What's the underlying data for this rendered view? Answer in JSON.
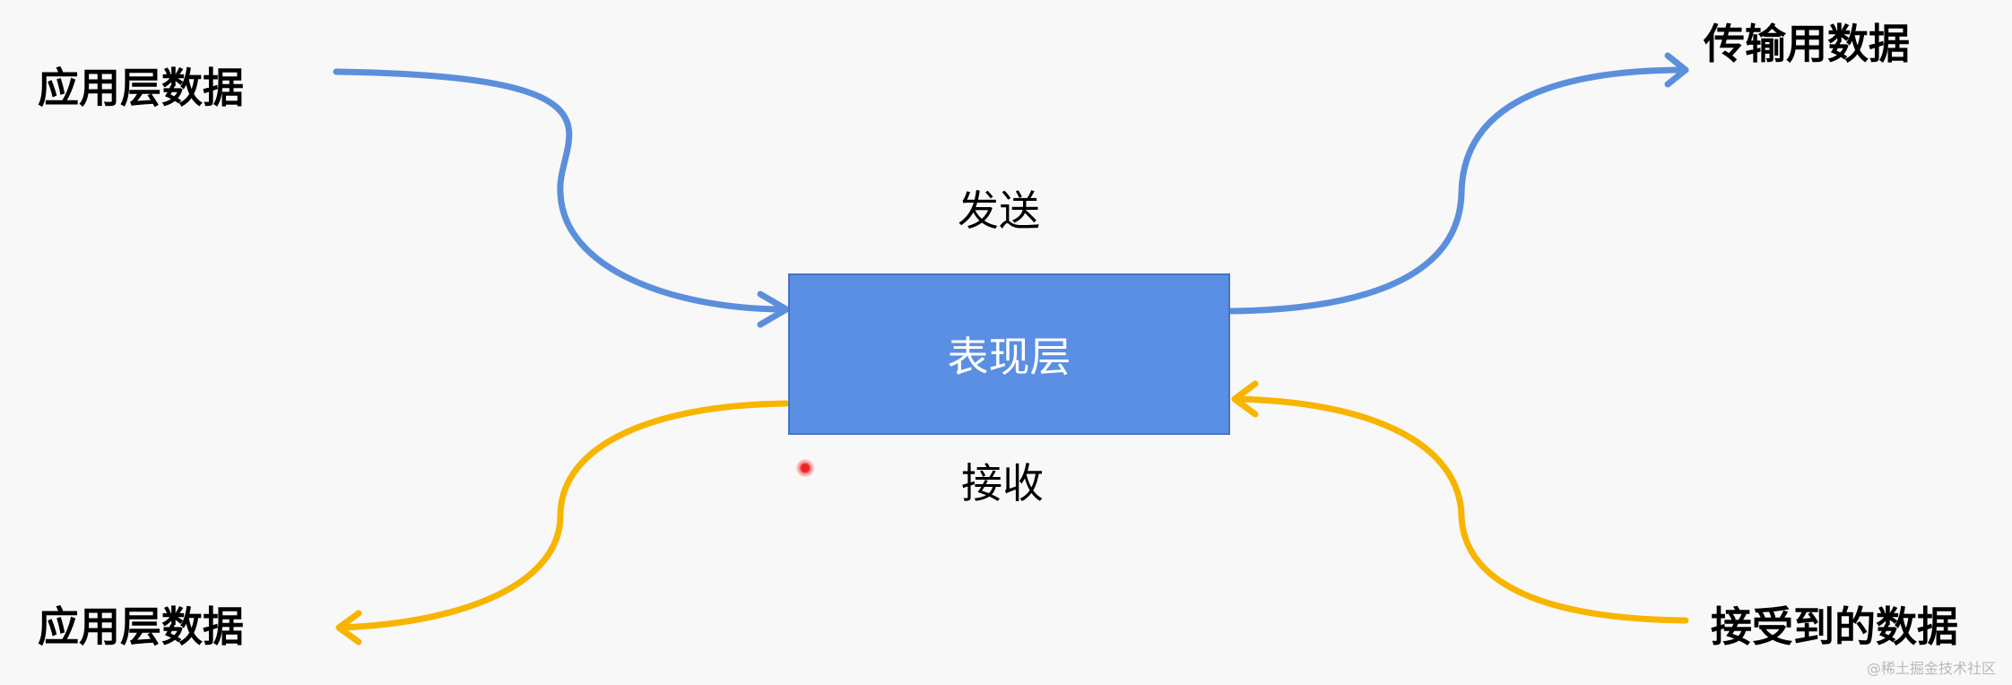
{
  "center_box": {
    "label": "表现层"
  },
  "top_left_label": "应用层数据",
  "top_right_label": "传输用数据",
  "bottom_left_label": "应用层数据",
  "bottom_right_label": "接受到的数据",
  "send_label": "发送",
  "receive_label": "接收",
  "watermark": "@稀土掘金技术社区",
  "colors": {
    "send_arrow": "#5b8fdc",
    "receive_arrow": "#f7b500",
    "box_fill": "#5a8fe3",
    "background": "#f8f8f8"
  }
}
